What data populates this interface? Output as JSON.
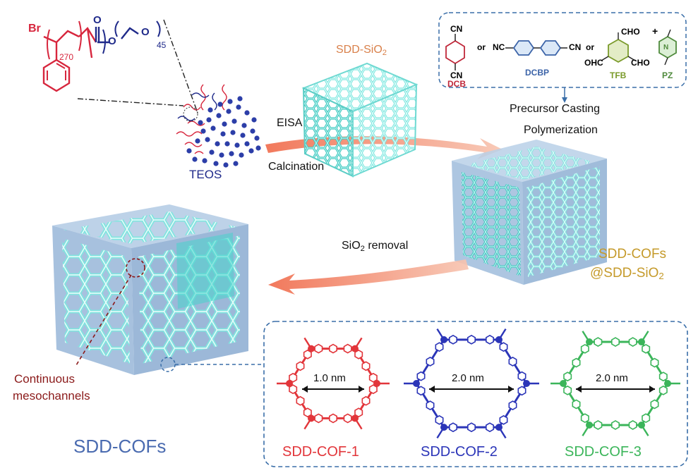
{
  "polymer": {
    "br": "Br",
    "dp_styrene": "270",
    "dp_peo": "45",
    "o_ester": "O",
    "o_carbonyl": "O",
    "o_ether": "O"
  },
  "labels": {
    "teos": "TEOS",
    "eisa": "EISA",
    "calcination": "Calcination",
    "sdd_sio2_main": "SDD-SiO",
    "sdd_sio2_sub": "2",
    "precursor_casting": "Precursor Casting",
    "polymerization": "Polymerization",
    "sio2_removal_main": "SiO",
    "sio2_removal_sub": "2",
    "sio2_removal_rest": " removal",
    "sdd_cofs_at_line1": "SDD-COFs",
    "sdd_cofs_at_line2_main": "@SDD-SiO",
    "sdd_cofs_at_line2_sub": "2",
    "continuous_line1": "Continuous",
    "continuous_line2": "mesochannels",
    "sdd_cofs": "SDD-COFs"
  },
  "monomers": {
    "dcb": "DCB",
    "dcbp": "DCBP",
    "tfb": "TFB",
    "pz": "PZ",
    "or": "or",
    "plus": "+",
    "cn": "CN",
    "nc": "NC",
    "cho": "CHO",
    "ohc": "OHC",
    "n": "N"
  },
  "cofs": [
    {
      "name": "SDD-COF-1",
      "pore": "1.0 nm",
      "color": "#e2353a"
    },
    {
      "name": "SDD-COF-2",
      "pore": "2.0 nm",
      "color": "#2b35b8"
    },
    {
      "name": "SDD-COF-3",
      "pore": "2.0 nm",
      "color": "#3bb55a"
    }
  ],
  "colors": {
    "red": "#d7263d",
    "navy": "#1f2a8a",
    "orange_title": "#d9804a",
    "gold": "#c59a2a",
    "teal": "#57d6cf",
    "dcb": "#c0283a",
    "dcbp": "#3b63a8",
    "tfb": "#7a9a2a",
    "pz": "#4f8a3c",
    "sdd_cofs_blue": "#4a6bb0",
    "arrow": "#f29a7a"
  }
}
